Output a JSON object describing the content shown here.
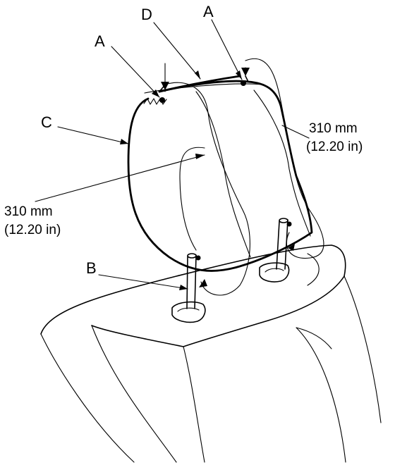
{
  "labels": {
    "a_left": "A",
    "a_right": "A",
    "b": "B",
    "c": "C",
    "d": "D"
  },
  "measurements": {
    "right_mm": "310 mm",
    "right_in": "(12.20 in)",
    "left_mm": "310 mm",
    "left_in": "(12.20 in)"
  }
}
